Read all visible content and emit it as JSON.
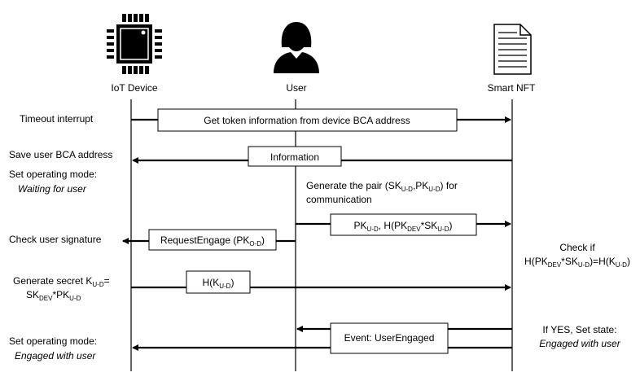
{
  "actors": {
    "device": "IoT Device",
    "user": "User",
    "nft": "Smart NFT"
  },
  "icons": {
    "device": "chip-icon",
    "user": "user-icon",
    "nft": "document-icon"
  },
  "device_notes": {
    "timeout": "Timeout interrupt",
    "save_bca": "Save user BCA address",
    "set_mode_1": "Set operating mode:",
    "waiting": "Waiting for user",
    "check_sig": "Check user signature",
    "gen_secret_1": "Generate secret K",
    "gen_secret_1_sub": "U-D",
    "gen_secret_1_end": "=",
    "gen_secret_2a": "SK",
    "gen_secret_2a_sub": "DEV",
    "gen_secret_2b": "*PK",
    "gen_secret_2b_sub": "U-D",
    "set_mode_2": "Set operating mode:",
    "engaged": "Engaged with user"
  },
  "user_notes": {
    "gen_pair_1a": "Generate the pair (SK",
    "gen_pair_1a_sub": "U-D",
    "gen_pair_1b": ",PK",
    "gen_pair_1b_sub": "U-D",
    "gen_pair_1c": ") for",
    "gen_pair_2": "communication"
  },
  "nft_notes": {
    "check_if": "Check if",
    "check_formula_a": "H(PK",
    "check_formula_a_sub": "DEV",
    "check_formula_b": "*SK",
    "check_formula_b_sub": "U-D",
    "check_formula_c": ")=H(K",
    "check_formula_c_sub": "U-D",
    "check_formula_d": ")",
    "if_yes": "If YES, Set state:",
    "engaged": "Engaged with user"
  },
  "messages": {
    "get_token": "Get token information from device BCA address",
    "information": "Information",
    "pk_a": "PK",
    "pk_a_sub": "U-D",
    "pk_b": ", H(PK",
    "pk_b_sub": "DEV",
    "pk_c": "*SK",
    "pk_c_sub": "U-D",
    "pk_d": ")",
    "req_a": "RequestEngage (PK",
    "req_a_sub": "O-D",
    "req_b": ")",
    "hk_a": "H(K",
    "hk_a_sub": "U-D",
    "hk_b": ")",
    "event": "Event: UserEngaged"
  }
}
